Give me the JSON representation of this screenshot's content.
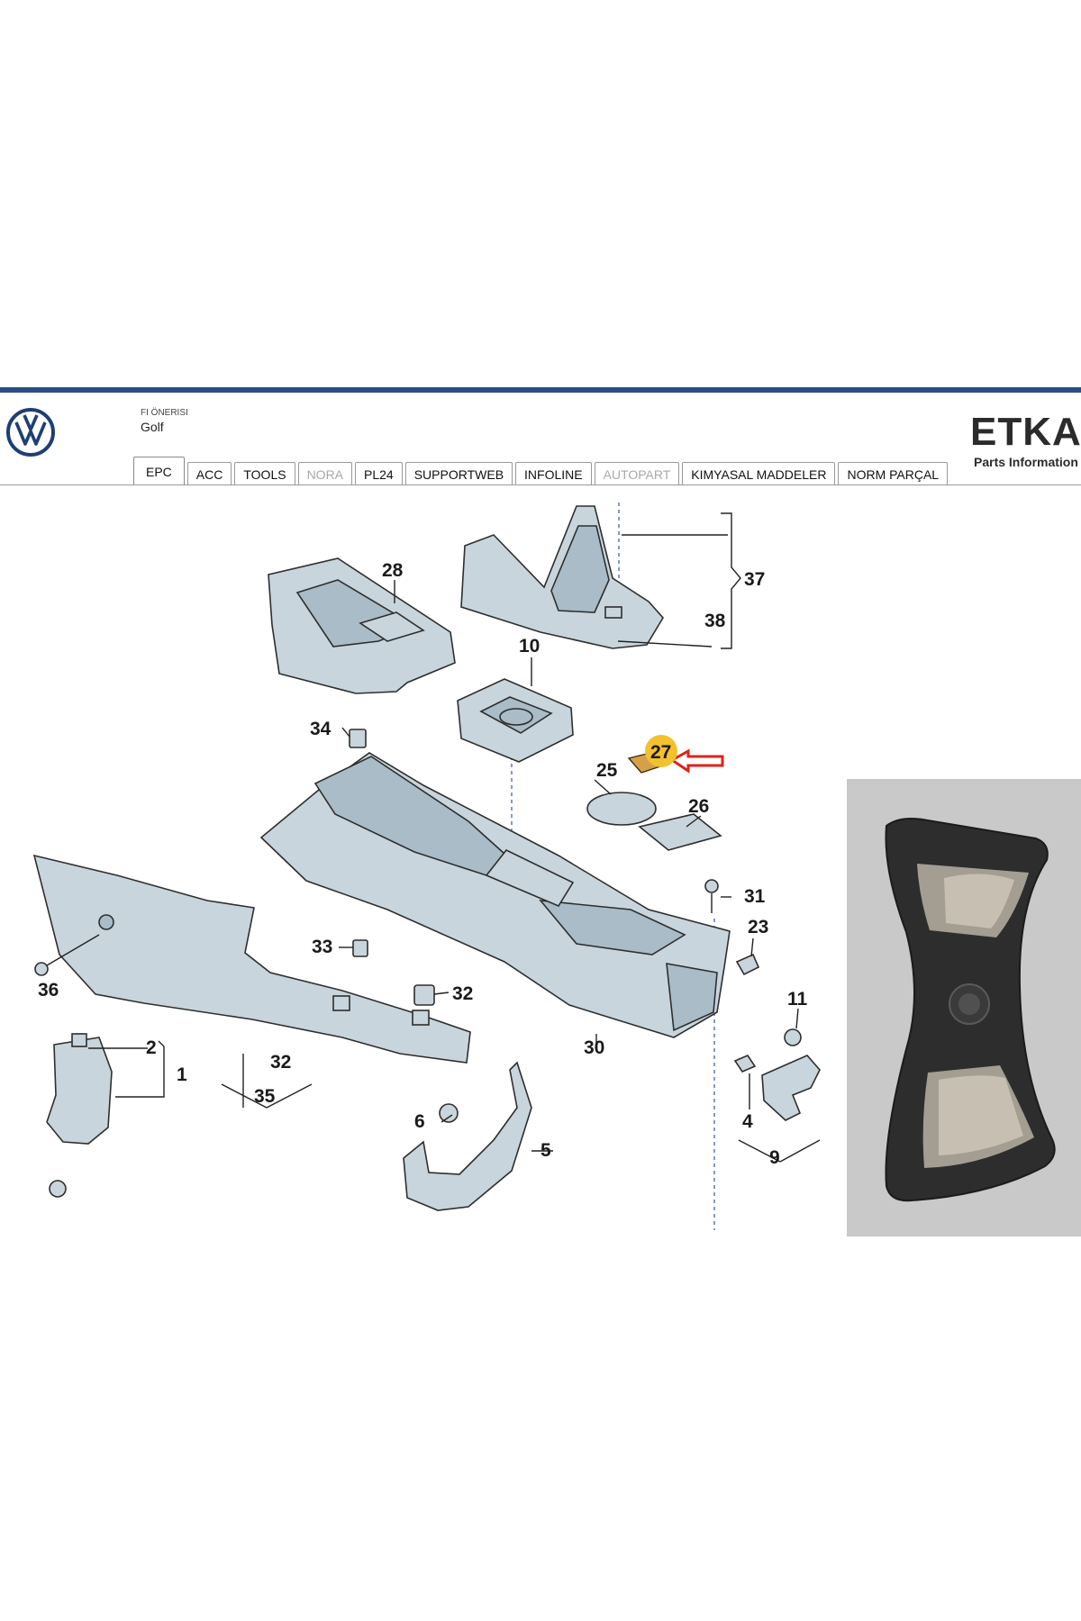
{
  "header": {
    "caption": "FI ÖNERISI",
    "title": "Golf",
    "brand": "ETKA",
    "brand_subtitle": "Parts Information"
  },
  "tabs": [
    {
      "label": "EPC",
      "state": "active"
    },
    {
      "label": "ACC",
      "state": "normal"
    },
    {
      "label": "TOOLS",
      "state": "normal"
    },
    {
      "label": "NORA",
      "state": "disabled"
    },
    {
      "label": "PL24",
      "state": "normal"
    },
    {
      "label": "SUPPORTWEB",
      "state": "normal"
    },
    {
      "label": "INFOLINE",
      "state": "normal"
    },
    {
      "label": "AUTOPART",
      "state": "disabled"
    },
    {
      "label": "KIMYASAL MADDELER",
      "state": "normal"
    },
    {
      "label": "NORM PARÇAL",
      "state": "normal"
    }
  ],
  "diagram": {
    "callouts": {
      "c1": "1",
      "c2": "2",
      "c4": "4",
      "c5": "5",
      "c6": "6",
      "c9": "9",
      "c10": "10",
      "c11": "11",
      "c23": "23",
      "c25": "25",
      "c26": "26",
      "c27": "27",
      "c28": "28",
      "c30": "30",
      "c31": "31",
      "c32a": "32",
      "c32b": "32",
      "c33": "33",
      "c34": "34",
      "c35": "35",
      "c36": "36",
      "c37": "37",
      "c38": "38"
    },
    "highlighted_part": "27",
    "highlight_color": "#f2c12e",
    "arrow_color": "#e0221b",
    "part_color": "#c8d5dc"
  },
  "colors": {
    "header_bar": "#2b4d82",
    "photo_background": "#c9c9c9",
    "part_photo": "#2d2d2d"
  }
}
